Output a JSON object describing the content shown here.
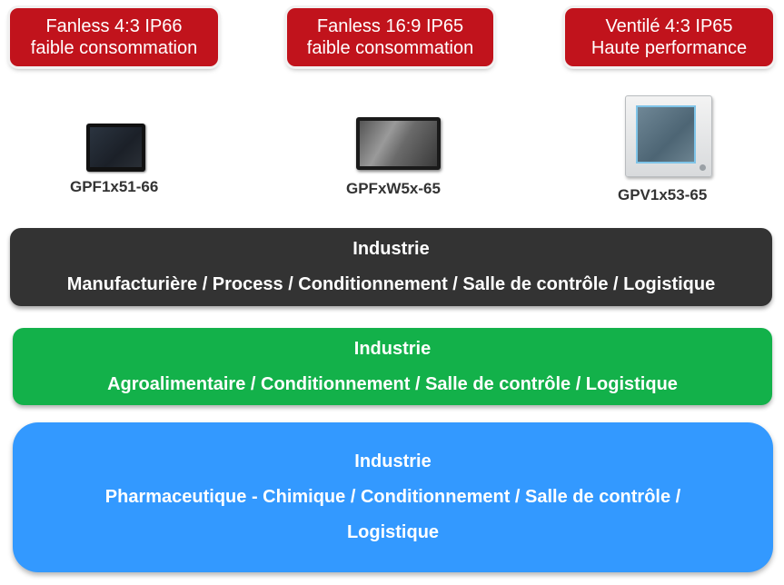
{
  "badges": [
    {
      "line1": "Fanless 4:3 IP66",
      "line2": "faible consommation"
    },
    {
      "line1": "Fanless 16:9 IP65",
      "line2": "faible consommation"
    },
    {
      "line1": "Ventilé 4:3 IP65",
      "line2": "Haute performance"
    }
  ],
  "products": [
    {
      "label": "GPF1x51-66",
      "icon": "panel-pc-black-icon"
    },
    {
      "label": "GPFxW5x-65",
      "icon": "panel-pc-wide-icon"
    },
    {
      "label": "GPV1x53-65",
      "icon": "panel-pc-white-icon"
    }
  ],
  "bands": [
    {
      "title": "Industrie",
      "text": "Manufacturière / Process / Conditionnement / Salle de contrôle / Logistique",
      "color": "#333333"
    },
    {
      "title": "Industrie",
      "text": "Agroalimentaire / Conditionnement / Salle de contrôle / Logistique",
      "color": "#13b14a"
    },
    {
      "title": "Industrie",
      "text_line1": "Pharmaceutique - Chimique / Conditionnement / Salle de contrôle /",
      "text_line2": "Logistique",
      "color": "#3399ff"
    }
  ],
  "colors": {
    "badge": "#c1131c"
  }
}
